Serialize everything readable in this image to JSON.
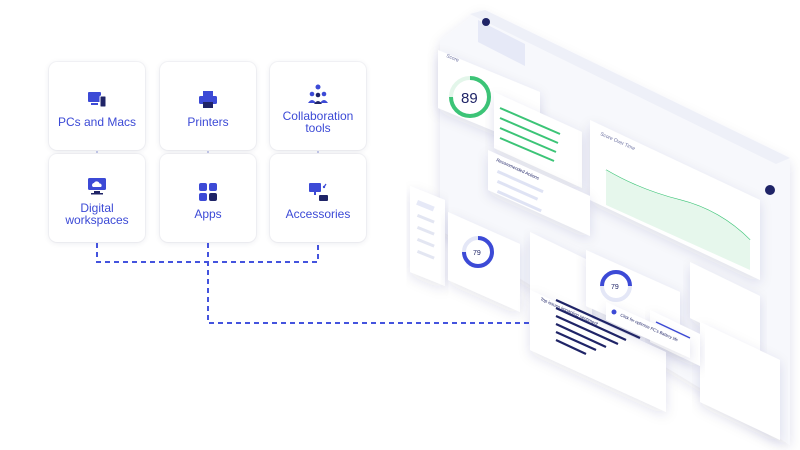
{
  "categories": [
    {
      "id": "pcs",
      "label_lines": [
        "PCs and Macs"
      ],
      "icon": "devices-icon"
    },
    {
      "id": "printers",
      "label_lines": [
        "Printers"
      ],
      "icon": "printer-icon"
    },
    {
      "id": "collab",
      "label_lines": [
        "Collaboration",
        "tools"
      ],
      "icon": "people-group-icon"
    },
    {
      "id": "digital",
      "label_lines": [
        "Digital",
        "workspaces"
      ],
      "icon": "cloud-monitor-icon"
    },
    {
      "id": "apps",
      "label_lines": [
        "Apps"
      ],
      "icon": "apps-grid-icon"
    },
    {
      "id": "accessories",
      "label_lines": [
        "Accessories"
      ],
      "icon": "desk-accessories-icon"
    }
  ],
  "dashboard": {
    "score": "89",
    "donut_score": "79",
    "gauge_score": "79",
    "main_section_title": "Score",
    "over_time_title": "Score Over Time",
    "recommended_actions_title": "Recommended Actions",
    "top_issues_title": "Top issues impacting sentiment",
    "popup_text": "Click for optimize PC's Battery life"
  },
  "colors": {
    "accent": "#3c4ad6",
    "navy": "#1f2467",
    "green": "#3cc477",
    "connector": "#4453de"
  }
}
